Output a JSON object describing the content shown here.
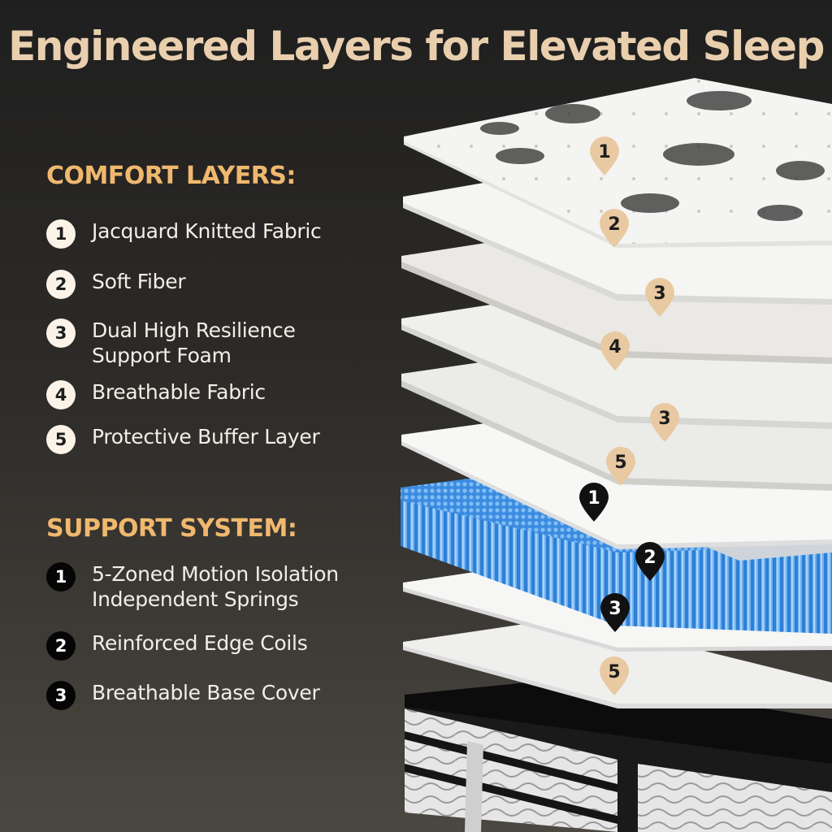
{
  "title": "Engineered Layers for Elevated Sleep",
  "comfort": {
    "heading": "COMFORT LAYERS:",
    "items": [
      {
        "num": "1",
        "lines": [
          "Jacquard Knitted Fabric"
        ]
      },
      {
        "num": "2",
        "lines": [
          "Soft Fiber"
        ]
      },
      {
        "num": "3",
        "lines": [
          "Dual High Resilience",
          "Support Foam"
        ]
      },
      {
        "num": "4",
        "lines": [
          "Breathable Fabric"
        ]
      },
      {
        "num": "5",
        "lines": [
          "Protective Buffer Layer"
        ]
      }
    ]
  },
  "support": {
    "heading": "SUPPORT SYSTEM:",
    "items": [
      {
        "num": "1",
        "lines": [
          "5-Zoned Motion Isolation",
          "Independent Springs"
        ]
      },
      {
        "num": "2",
        "lines": [
          "Reinforced Edge Coils"
        ]
      },
      {
        "num": "3",
        "lines": [
          "Breathable Base Cover"
        ]
      }
    ]
  },
  "layer_pins": [
    {
      "label": "1",
      "style": "tan"
    },
    {
      "label": "2",
      "style": "tan"
    },
    {
      "label": "3",
      "style": "tan"
    },
    {
      "label": "4",
      "style": "tan"
    },
    {
      "label": "3",
      "style": "tan"
    },
    {
      "label": "5",
      "style": "tan"
    },
    {
      "label": "1",
      "style": "dark"
    },
    {
      "label": "2",
      "style": "dark"
    },
    {
      "label": "3",
      "style": "dark"
    },
    {
      "label": "5",
      "style": "tan"
    }
  ],
  "colors": {
    "title": "#e9cfae",
    "heading": "#f0b86e",
    "pin_tan": "#e8c9a2",
    "pin_dark": "#111111",
    "spring_blue": "#3d8fe0"
  }
}
